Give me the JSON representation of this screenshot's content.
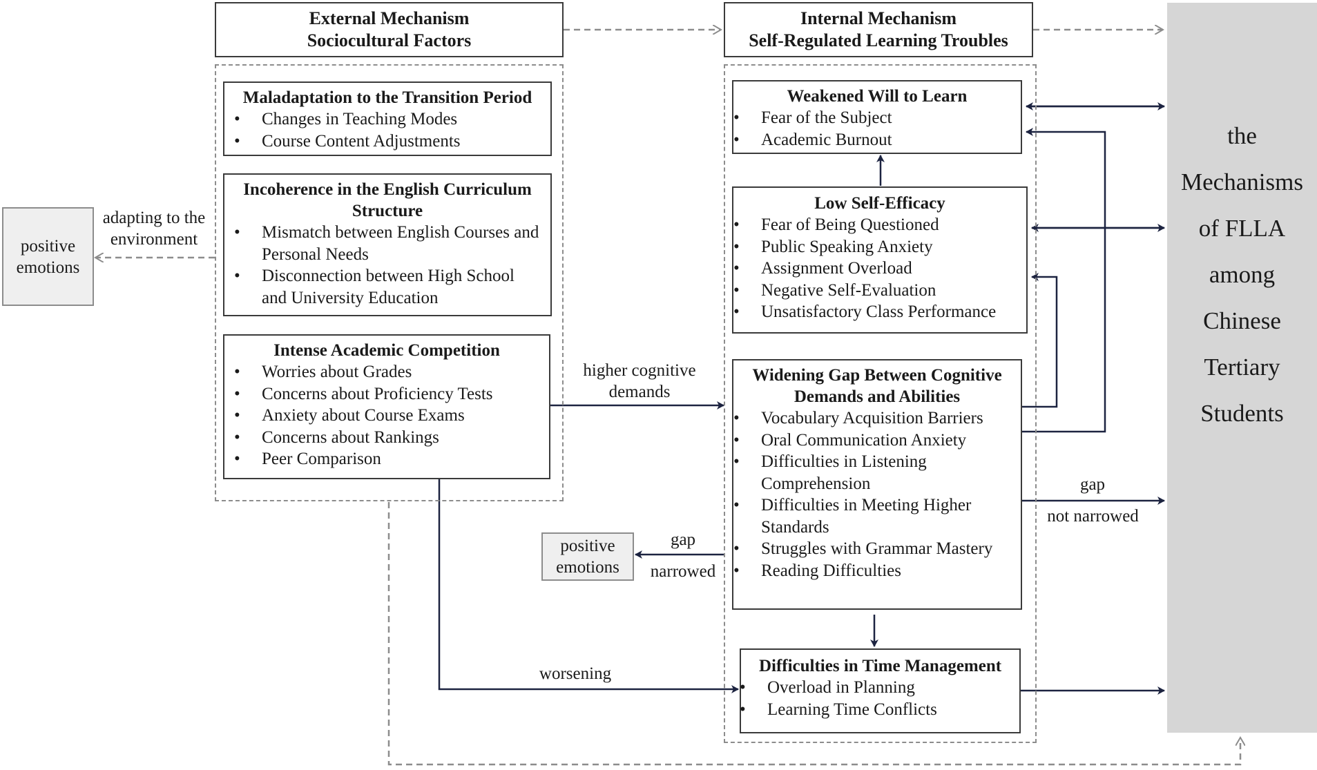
{
  "external_header": {
    "line1": "External Mechanism",
    "line2": "Sociocultural Factors"
  },
  "internal_header": {
    "line1": "Internal Mechanism",
    "line2": "Self-Regulated Learning Troubles"
  },
  "external_boxes": [
    {
      "title": "Maladaptation to the Transition Period",
      "items": [
        "Changes in Teaching Modes",
        "Course Content Adjustments"
      ]
    },
    {
      "title": "Incoherence in the English Curriculum Structure",
      "items": [
        "Mismatch between English Courses and Personal Needs",
        "Disconnection between High School and University Education"
      ]
    },
    {
      "title": "Intense Academic Competition",
      "items": [
        "Worries about Grades",
        "Concerns about Proficiency Tests",
        "Anxiety about Course Exams",
        "Concerns about Rankings",
        "Peer Comparison"
      ]
    }
  ],
  "internal_boxes": [
    {
      "title": "Weakened Will to Learn",
      "items": [
        "Fear of the Subject",
        "Academic Burnout"
      ]
    },
    {
      "title": "Low Self-Efficacy",
      "items": [
        "Fear of Being Questioned",
        "Public Speaking Anxiety",
        "Assignment Overload",
        "Negative Self-Evaluation",
        "Unsatisfactory Class Performance"
      ]
    },
    {
      "title": "Widening Gap Between Cognitive Demands and Abilities",
      "items": [
        "Vocabulary Acquisition Barriers",
        "Oral Communication Anxiety",
        "Difficulties in Listening Comprehension",
        "Difficulties in Meeting Higher Standards",
        "Struggles with Grammar Mastery",
        "Reading Difficulties"
      ]
    },
    {
      "title": "Difficulties in Time Management",
      "items": [
        "Overload in Planning",
        "Learning Time Conflicts"
      ]
    }
  ],
  "positive_emotions_left": "positive emotions",
  "positive_emotions_mid": "positive emotions",
  "labels": {
    "adapting": "adapting to the environment",
    "higher_demands": "higher cognitive demands",
    "gap_narrowed_1": "gap",
    "gap_narrowed_2": "narrowed",
    "gap_not_narrowed_1": "gap",
    "gap_not_narrowed_2": "not narrowed",
    "worsening": "worsening"
  },
  "outcome": "the Mechanisms of FLLA among Chinese Tertiary Students",
  "colors": {
    "solid_arrow": "#1c2340",
    "dashed_arrow": "#8c8c8c",
    "panel": "#d6d6d6",
    "gray_box": "#efefef"
  }
}
